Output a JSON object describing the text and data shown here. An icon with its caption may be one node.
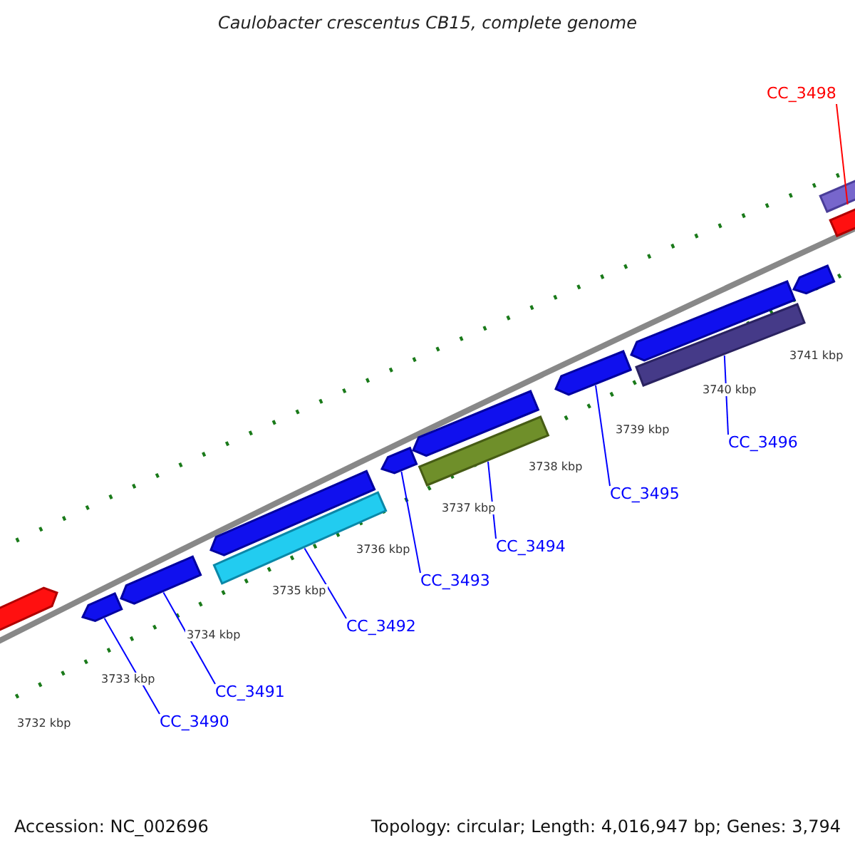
{
  "diagram": {
    "title": "Caulobacter crescentus CB15, complete genome",
    "nodes": [
      {
        "text": [
          "CC_3498"
        ]
      },
      {
        "text": [
          "CC_3496"
        ]
      },
      {
        "text": [
          "CC_3495"
        ]
      },
      {
        "text": [
          "CC_3494"
        ]
      },
      {
        "text": [
          "CC_3493"
        ]
      },
      {
        "text": [
          "CC_3492"
        ]
      },
      {
        "text": [
          "CC_3491"
        ]
      },
      {
        "text": [
          "CC_3490"
        ]
      },
      {
        "text": [],
        "shape": "arrow"
      },
      {
        "text": [],
        "shape": "arrow"
      },
      {
        "text": [],
        "shape": "arrow"
      },
      {
        "text": [],
        "shape": "arrow"
      },
      {
        "text": [],
        "shape": "bar"
      },
      {
        "text": [],
        "shape": "arrow"
      },
      {
        "text": [],
        "shape": "arrow"
      },
      {
        "text": [],
        "shape": "bar"
      },
      {
        "text": [],
        "shape": "arrow"
      },
      {
        "text": [],
        "shape": "arrow"
      },
      {
        "text": [],
        "shape": "bar"
      },
      {
        "text": [],
        "shape": "arrow"
      },
      {
        "text": [],
        "shape": "bar"
      },
      {
        "text": [],
        "shape": "bar"
      }
    ],
    "edges": [
      {
        "from": 0,
        "to": 20,
        "arrow": "none",
        "color": "#ff0000"
      },
      {
        "from": 1,
        "to": 18,
        "arrow": "none"
      },
      {
        "from": 2,
        "to": 16,
        "arrow": "none"
      },
      {
        "from": 3,
        "to": 15,
        "arrow": "none"
      },
      {
        "from": 4,
        "to": 13,
        "arrow": "none"
      },
      {
        "from": 5,
        "to": 12,
        "arrow": "none"
      },
      {
        "from": 6,
        "to": 10,
        "arrow": "none"
      },
      {
        "from": 7,
        "to": 9,
        "arrow": "none"
      }
    ],
    "labels": [
      "3732 kbp",
      "3733 kbp",
      "3734 kbp",
      "3735 kbp",
      "3736 kbp",
      "3737 kbp",
      "3738 kbp",
      "3739 kbp",
      "3740 kbp",
      "3741 kbp",
      "Accession: NC_002696",
      "Topology: circular; Length: 4,016,947 bp; Genes: 3,794"
    ]
  }
}
